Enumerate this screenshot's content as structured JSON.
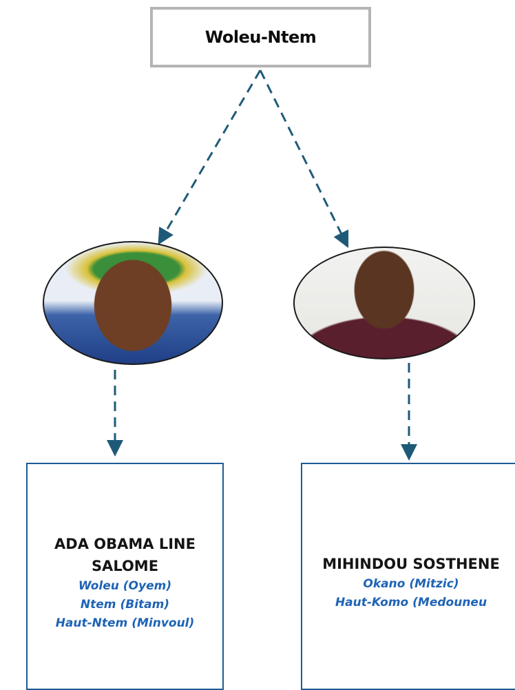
{
  "diagram": {
    "title": "Woleu-Ntem",
    "connector_color": "#1e5a78",
    "box_border_color": "#1e5a93",
    "area_text_color": "#1e63b5"
  },
  "people": [
    {
      "name": "ADA OBAMA LINE SALOME",
      "areas": [
        "Woleu (Oyem)",
        "Ntem (Bitam)",
        "Haut-Ntem (Minvoul)"
      ]
    },
    {
      "name": "MIHINDOU SOSTHENE",
      "areas": [
        "Okano (Mitzic)",
        "Haut-Komo (Medouneu"
      ]
    }
  ]
}
